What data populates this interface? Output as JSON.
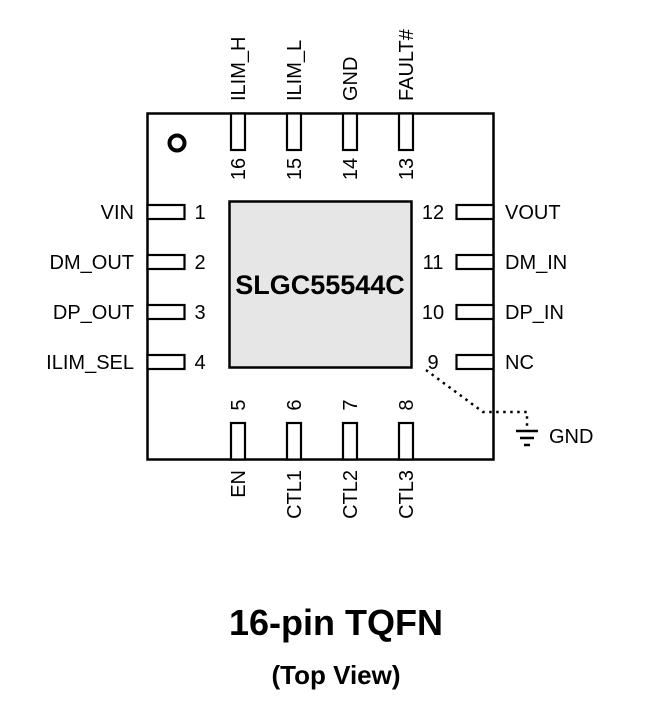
{
  "chip": {
    "name": "SLGC55544C"
  },
  "pins": {
    "left": [
      {
        "num": "1",
        "name": "VIN"
      },
      {
        "num": "2",
        "name": "DM_OUT"
      },
      {
        "num": "3",
        "name": "DP_OUT"
      },
      {
        "num": "4",
        "name": "ILIM_SEL"
      }
    ],
    "bottom": [
      {
        "num": "5",
        "name": "EN"
      },
      {
        "num": "6",
        "name": "CTL1"
      },
      {
        "num": "7",
        "name": "CTL2"
      },
      {
        "num": "8",
        "name": "CTL3"
      }
    ],
    "right": [
      {
        "num": "9",
        "name": "NC"
      },
      {
        "num": "10",
        "name": "DP_IN"
      },
      {
        "num": "11",
        "name": "DM_IN"
      },
      {
        "num": "12",
        "name": "VOUT"
      }
    ],
    "top": [
      {
        "num": "13",
        "name": "FAULT#"
      },
      {
        "num": "14",
        "name": "GND"
      },
      {
        "num": "15",
        "name": "ILIM_L"
      },
      {
        "num": "16",
        "name": "ILIM_H"
      }
    ]
  },
  "exposed_pad_ground": {
    "label": "GND"
  },
  "caption": {
    "title": "16-pin TQFN",
    "subtitle": "(Top View)"
  }
}
